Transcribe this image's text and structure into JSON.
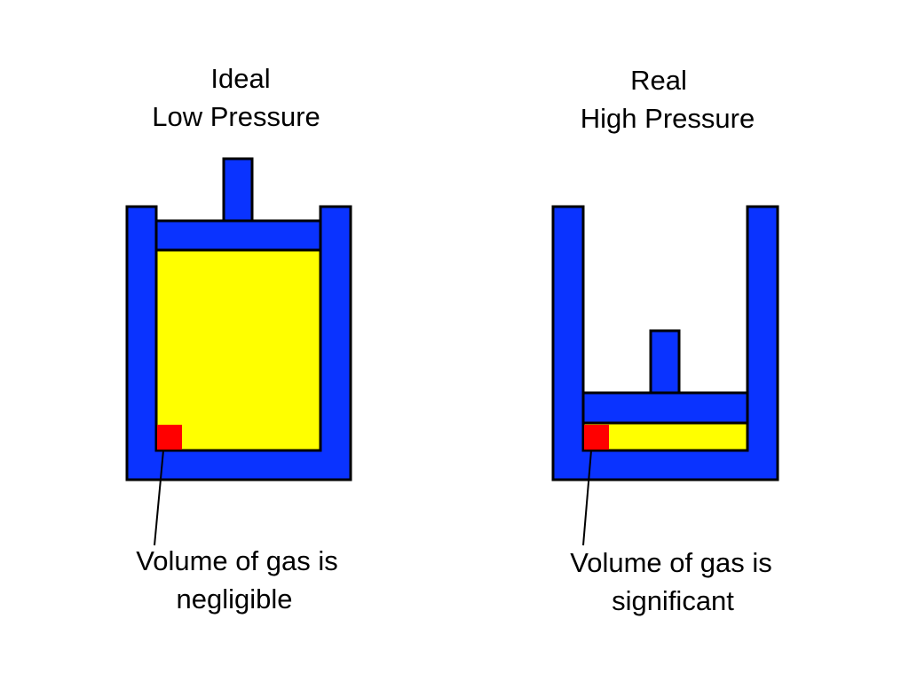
{
  "colors": {
    "background": "#ffffff",
    "cylinder_wall": "#0a33ff",
    "gas": "#ffff00",
    "molecule": "#ff0000",
    "outline": "#000000"
  },
  "ideal": {
    "title_line1": "Ideal",
    "title_line2": "Low Pressure",
    "caption_line1": "Volume of gas is",
    "caption_line2": "negligible"
  },
  "real": {
    "title_line1": "Real",
    "title_line2": "High Pressure",
    "caption_line1": "Volume of gas is",
    "caption_line2": "significant"
  }
}
